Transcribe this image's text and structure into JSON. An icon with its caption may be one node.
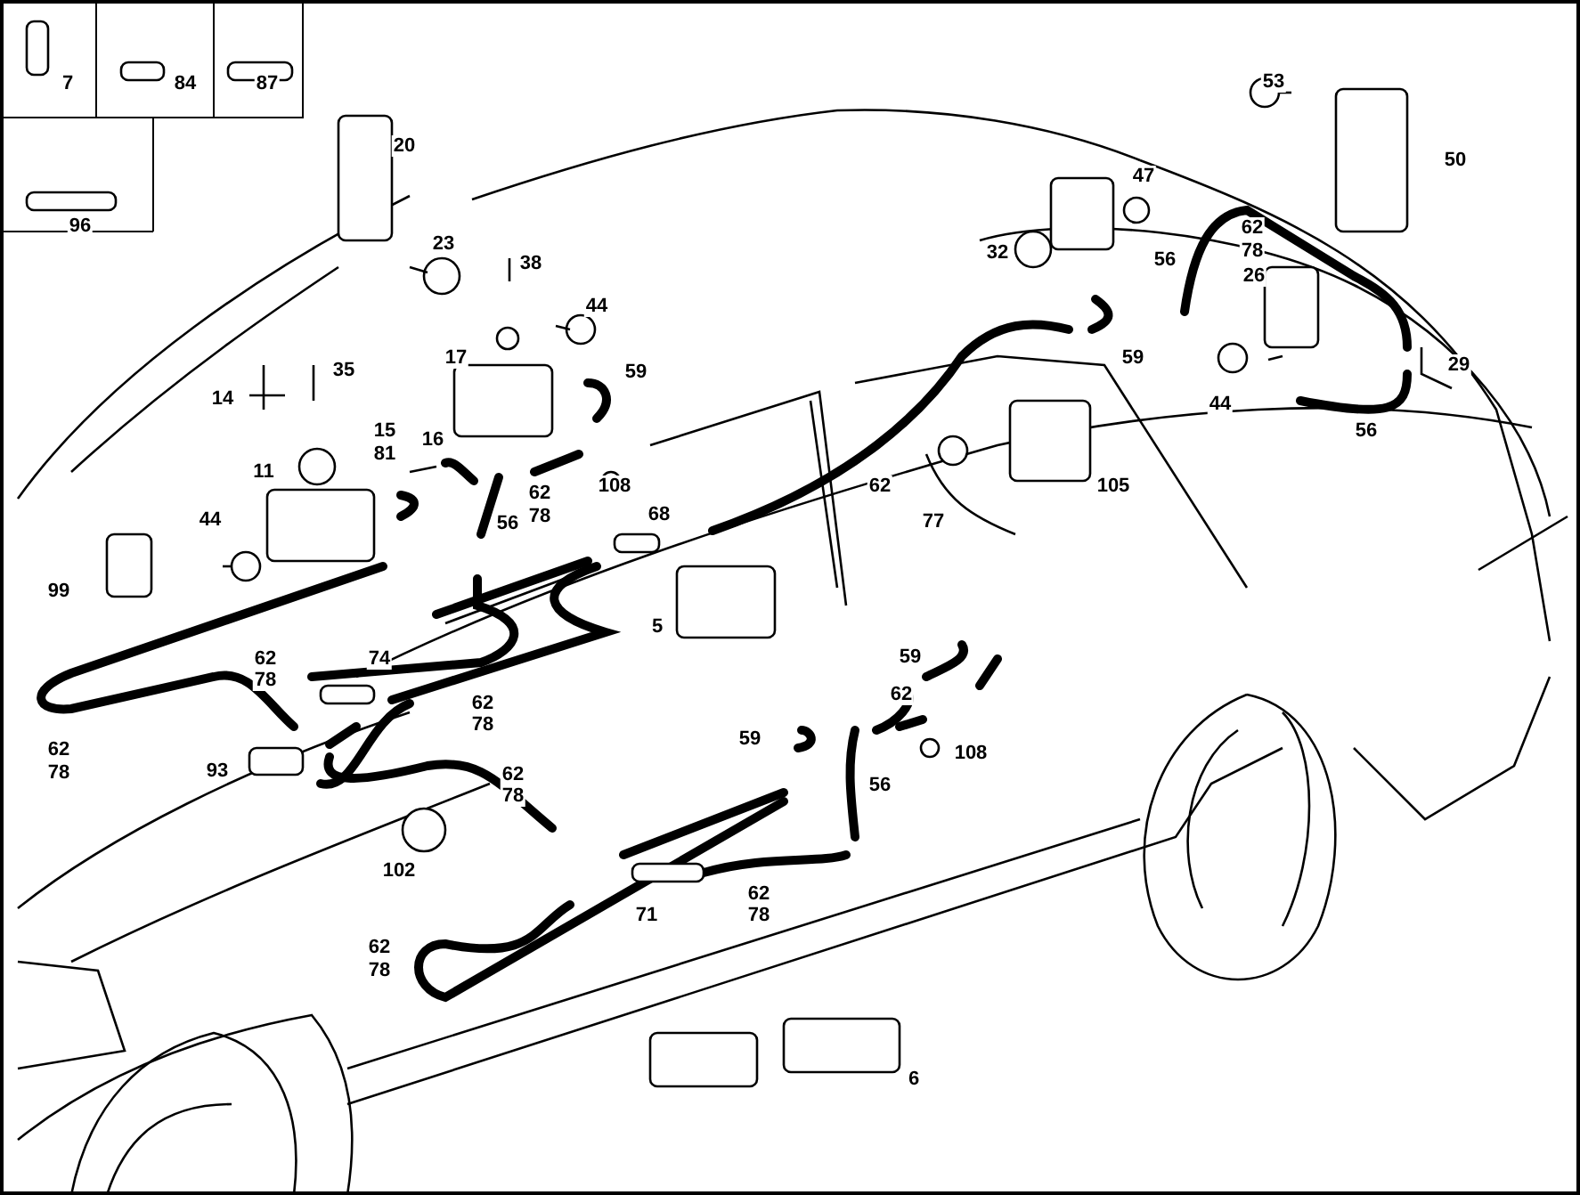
{
  "diagram": {
    "labels": [
      "7",
      "84",
      "87",
      "53",
      "20",
      "50",
      "47",
      "96",
      "62",
      "23",
      "32",
      "78",
      "38",
      "56",
      "26",
      "44",
      "35",
      "17",
      "59",
      "59",
      "29",
      "14",
      "44",
      "15",
      "16",
      "56",
      "81",
      "11",
      "62",
      "108",
      "62",
      "105",
      "44",
      "56",
      "78",
      "68",
      "77",
      "99",
      "5",
      "62",
      "74",
      "59",
      "78",
      "62",
      "62",
      "78",
      "62",
      "59",
      "108",
      "78",
      "93",
      "62",
      "78",
      "56",
      "102",
      "62",
      "71",
      "78",
      "62",
      "78",
      "6"
    ]
  }
}
